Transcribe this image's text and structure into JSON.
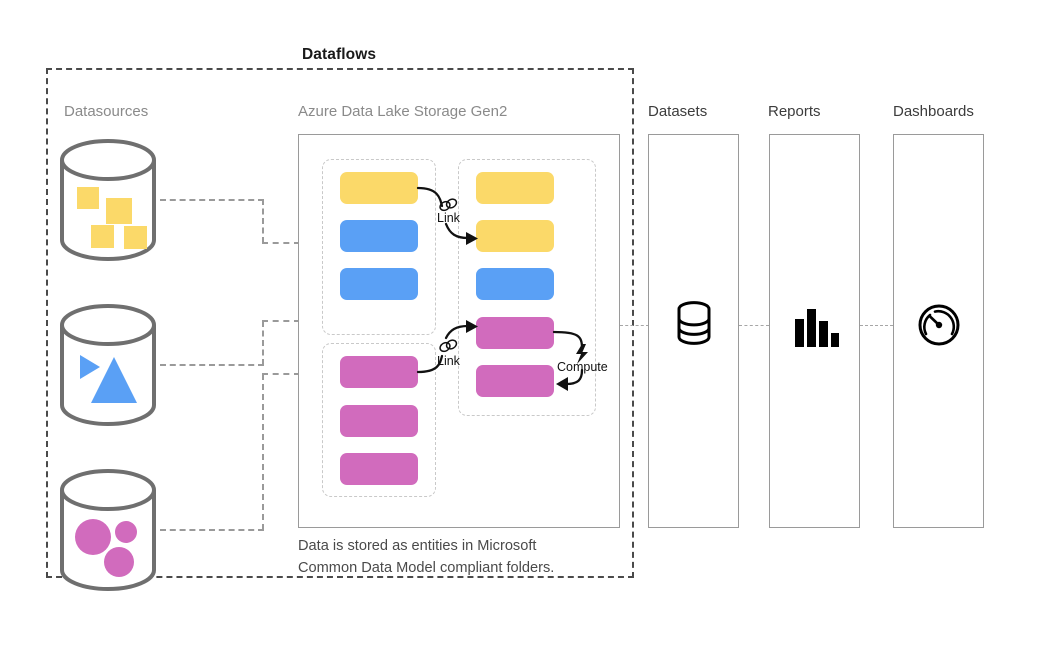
{
  "diagram": {
    "title": "Dataflows",
    "columns": [
      {
        "id": "datasources",
        "label": "Datasources"
      },
      {
        "id": "adls",
        "label": "Azure Data Lake Storage Gen2"
      },
      {
        "id": "datasets",
        "label": "Datasets"
      },
      {
        "id": "reports",
        "label": "Reports"
      },
      {
        "id": "dashboards",
        "label": "Dashboards"
      }
    ],
    "note": "Data is stored as entities in Microsoft Common Data Model compliant folders.",
    "note_line1": "Data is stored as entities in Microsoft",
    "note_line2": "Common Data Model compliant folders."
  },
  "datasources": [
    {
      "name": "datasource-squares",
      "shape": "squares",
      "color": "#FBD969",
      "count": 4
    },
    {
      "name": "datasource-triangles",
      "shape": "triangles",
      "color": "#5AA0F5",
      "count": 2
    },
    {
      "name": "datasource-circles",
      "shape": "circles",
      "color": "#D16BBD",
      "count": 3
    }
  ],
  "adls": {
    "groups": [
      {
        "id": "source-entities-top",
        "entities": [
          {
            "color": "#FBD969",
            "kind": "yellow"
          },
          {
            "color": "#5AA0F5",
            "kind": "blue"
          },
          {
            "color": "#5AA0F5",
            "kind": "blue"
          }
        ]
      },
      {
        "id": "source-entities-bottom",
        "entities": [
          {
            "color": "#D16BBD",
            "kind": "pink"
          },
          {
            "color": "#D16BBD",
            "kind": "pink"
          },
          {
            "color": "#D16BBD",
            "kind": "pink"
          }
        ]
      },
      {
        "id": "derived-entities",
        "entities": [
          {
            "color": "#FBD969",
            "kind": "yellow"
          },
          {
            "color": "#FBD969",
            "kind": "yellow"
          },
          {
            "color": "#5AA0F5",
            "kind": "blue"
          },
          {
            "color": "#D16BBD",
            "kind": "pink"
          },
          {
            "color": "#D16BBD",
            "kind": "pink"
          }
        ]
      }
    ],
    "annotations": [
      {
        "id": "link-top",
        "label": "Link",
        "icon": "chain-link-icon"
      },
      {
        "id": "link-bottom",
        "label": "Link",
        "icon": "chain-link-icon"
      },
      {
        "id": "compute",
        "label": "Compute",
        "icon": "lightning-bolt-icon"
      }
    ]
  },
  "outputs": [
    {
      "id": "datasets",
      "label": "Datasets",
      "icon": "database-icon"
    },
    {
      "id": "reports",
      "label": "Reports",
      "icon": "bar-chart-icon"
    },
    {
      "id": "dashboards",
      "label": "Dashboards",
      "icon": "gauge-icon"
    }
  ],
  "colors": {
    "yellow": "#FBD969",
    "blue": "#5AA0F5",
    "pink": "#D16BBD",
    "stroke_gray": "#9a9a9a",
    "dash_gray": "#c9c9c9",
    "text_gray": "#8a8a8a",
    "ink": "#111111"
  }
}
